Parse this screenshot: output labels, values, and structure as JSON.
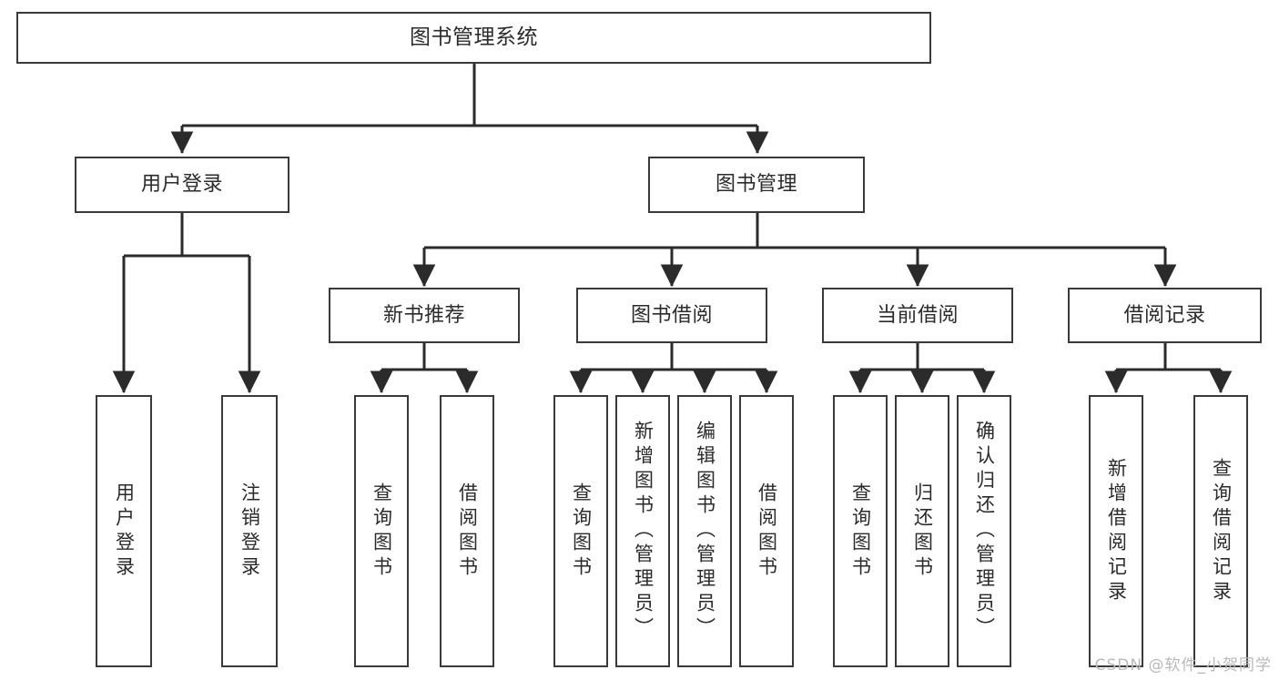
{
  "diagram": {
    "title": "图书管理系统",
    "type": "tree-hierarchy",
    "watermark": "CSDN @软件_小贺同学",
    "colors": {
      "box_border": "#3a3a3a",
      "box_fill": "#ffffff",
      "connector": "#2b2b2b",
      "text": "#2b2b2b",
      "watermark": "#b9b9b9",
      "background": "#ffffff"
    }
  },
  "nodes": {
    "root": {
      "label": "图书管理系统"
    },
    "level2": [
      {
        "id": "user-login",
        "label": "用户登录"
      },
      {
        "id": "book-management",
        "label": "图书管理"
      }
    ],
    "level3": [
      {
        "id": "new-book-recommend",
        "label": "新书推荐"
      },
      {
        "id": "book-borrow",
        "label": "图书借阅"
      },
      {
        "id": "current-borrow",
        "label": "当前借阅"
      },
      {
        "id": "borrow-record",
        "label": "借阅记录"
      }
    ],
    "leaves": {
      "user_login": [
        {
          "id": "leaf-user-login",
          "label": "用户登录"
        },
        {
          "id": "leaf-logout",
          "label": "注销登录"
        }
      ],
      "new_book_recommend": [
        {
          "id": "leaf-query-book-1",
          "label": "查询图书"
        },
        {
          "id": "leaf-borrow-book-1",
          "label": "借阅图书"
        }
      ],
      "book_borrow": [
        {
          "id": "leaf-query-book-2",
          "label": "查询图书"
        },
        {
          "id": "leaf-add-book",
          "label": "新增图书（管理员）"
        },
        {
          "id": "leaf-edit-book",
          "label": "编辑图书（管理员）"
        },
        {
          "id": "leaf-borrow-book-2",
          "label": "借阅图书"
        }
      ],
      "current_borrow": [
        {
          "id": "leaf-query-book-3",
          "label": "查询图书"
        },
        {
          "id": "leaf-return-book",
          "label": "归还图书"
        },
        {
          "id": "leaf-confirm-return",
          "label": "确认归还（管理员）"
        }
      ],
      "borrow_record": [
        {
          "id": "leaf-add-record",
          "label": "新增借阅记录"
        },
        {
          "id": "leaf-query-record",
          "label": "查询借阅记录"
        }
      ]
    }
  }
}
